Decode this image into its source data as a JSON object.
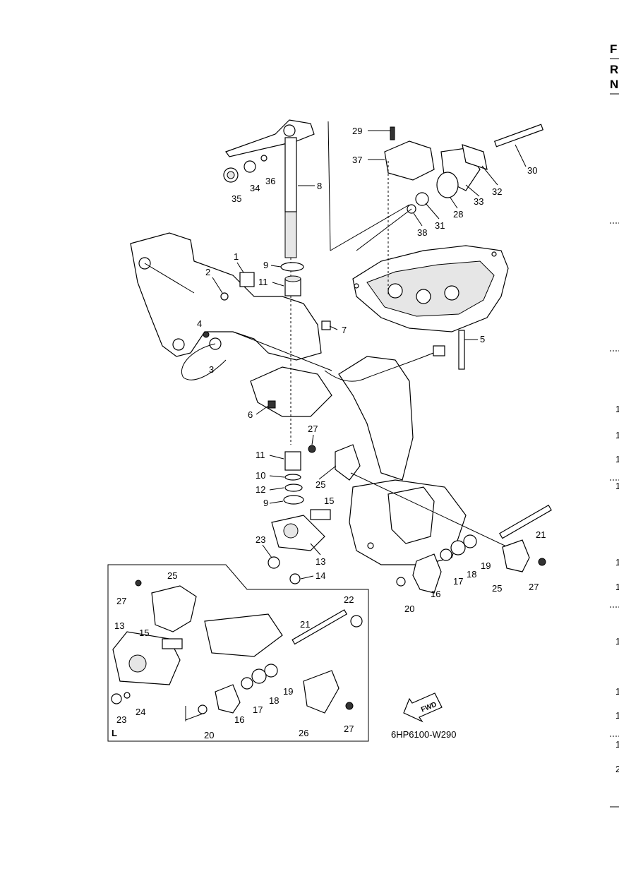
{
  "diagram_code": "6HP6100-W290",
  "fwd_label": "FWD",
  "inset_label": "L",
  "edge_letters": [
    "F",
    "R",
    "N"
  ],
  "edge_numbers": [
    "1",
    "1",
    "1",
    "1",
    "1",
    "1",
    "1",
    "1",
    "1",
    "1",
    "2"
  ],
  "callouts": {
    "n1": "1",
    "n2": "2",
    "n3": "3",
    "n4": "4",
    "n5": "5",
    "n6": "6",
    "n7": "7",
    "n8": "8",
    "n9a": "9",
    "n9b": "9",
    "n10": "10",
    "n11a": "11",
    "n11b": "11",
    "n12": "12",
    "n13a": "13",
    "n13b": "13",
    "n14": "14",
    "n15a": "15",
    "n15b": "15",
    "n16a": "16",
    "n16b": "16",
    "n17a": "17",
    "n17b": "17",
    "n18a": "18",
    "n18b": "18",
    "n19a": "19",
    "n19b": "19",
    "n20a": "20",
    "n20b": "20",
    "n21a": "21",
    "n21b": "21",
    "n22": "22",
    "n23a": "23",
    "n23b": "23",
    "n24": "24",
    "n25a": "25",
    "n25b": "25",
    "n25c": "25",
    "n26": "26",
    "n27a": "27",
    "n27b": "27",
    "n27c": "27",
    "n27d": "27",
    "n28": "28",
    "n29": "29",
    "n30": "30",
    "n31": "31",
    "n32": "32",
    "n33": "33",
    "n34": "34",
    "n35": "35",
    "n36": "36",
    "n37": "37",
    "n38": "38"
  }
}
